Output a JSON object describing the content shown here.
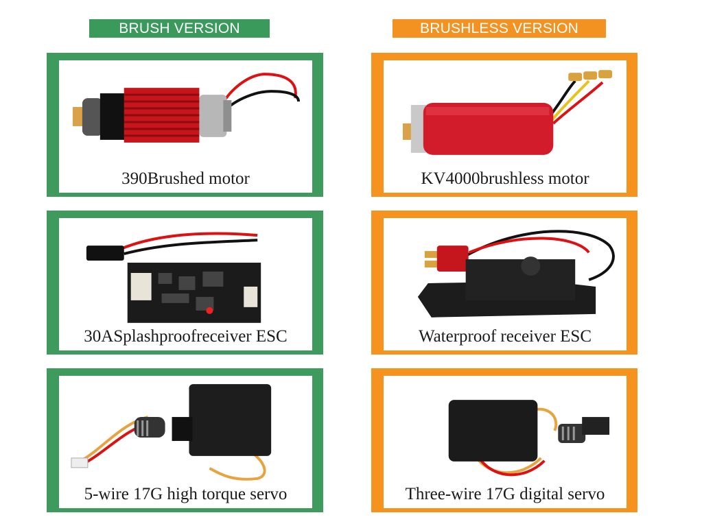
{
  "headers": {
    "brush": "BRUSH VERSION",
    "brushless": "BRUSHLESS VERSION"
  },
  "brush": {
    "motor": "390Brushed motor",
    "esc": "30ASplashproofreceiver ESC",
    "servo": "5-wire 17G high torque servo"
  },
  "brushless": {
    "motor": "KV4000brushless motor",
    "esc": "Waterproof receiver ESC",
    "servo": "Three-wire 17G digital servo"
  },
  "colors": {
    "green": "#3f9b5d",
    "orange": "#f6921e"
  }
}
